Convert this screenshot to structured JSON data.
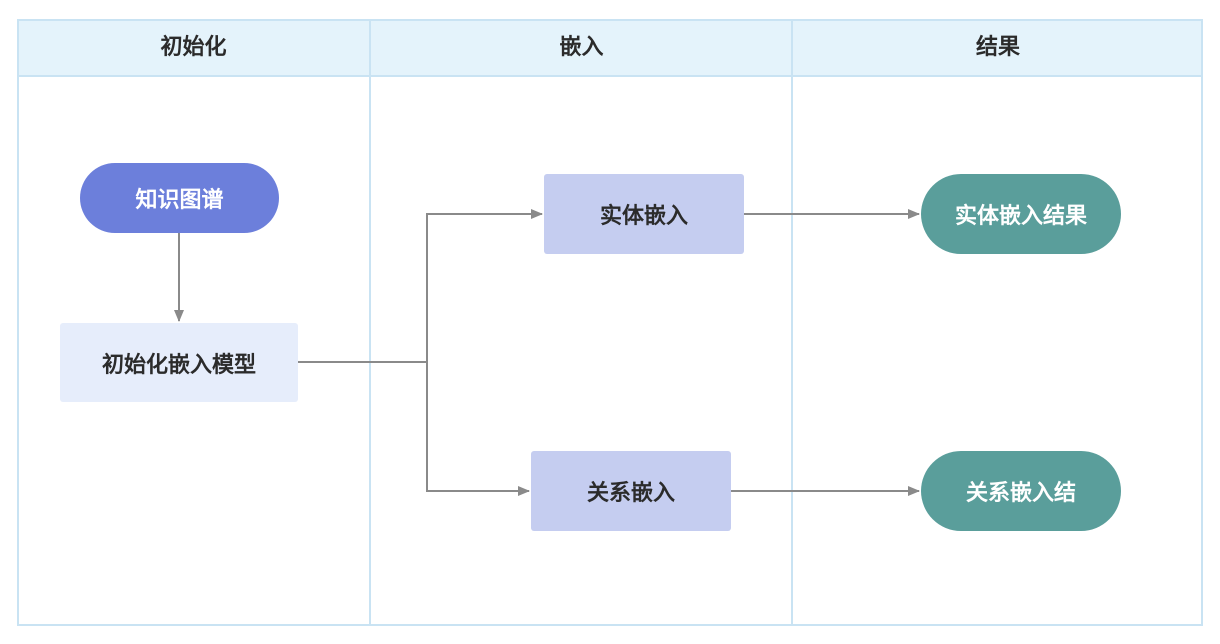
{
  "diagram": {
    "type": "swimlane-flowchart",
    "lanes": [
      {
        "title": "初始化"
      },
      {
        "title": "嵌入"
      },
      {
        "title": "结果"
      }
    ],
    "nodes": {
      "kg": {
        "label": "知识图谱",
        "shape": "pill",
        "color": "#6c7fdb"
      },
      "init_model": {
        "label": "初始化嵌入模型",
        "shape": "rect",
        "color": "#e6edfb"
      },
      "entity_emb": {
        "label": "实体嵌入",
        "shape": "rect",
        "color": "#c5cdf0"
      },
      "relation_emb": {
        "label": "关系嵌入",
        "shape": "rect",
        "color": "#c5cdf0"
      },
      "entity_result": {
        "label": "实体嵌入结果",
        "shape": "pill",
        "color": "#5a9e9b"
      },
      "relation_result": {
        "label": "关系嵌入结",
        "shape": "pill",
        "color": "#5a9e9b"
      }
    },
    "edges": [
      {
        "from": "知识图谱",
        "to": "初始化嵌入模型"
      },
      {
        "from": "初始化嵌入模型",
        "to": "实体嵌入"
      },
      {
        "from": "初始化嵌入模型",
        "to": "关系嵌入"
      },
      {
        "from": "实体嵌入",
        "to": "实体嵌入结果"
      },
      {
        "from": "关系嵌入",
        "to": "关系嵌入结"
      }
    ],
    "colors": {
      "header_bg": "#e4f3fb",
      "lane_border": "#c9e3f3",
      "edge": "#8a8a8a"
    }
  }
}
